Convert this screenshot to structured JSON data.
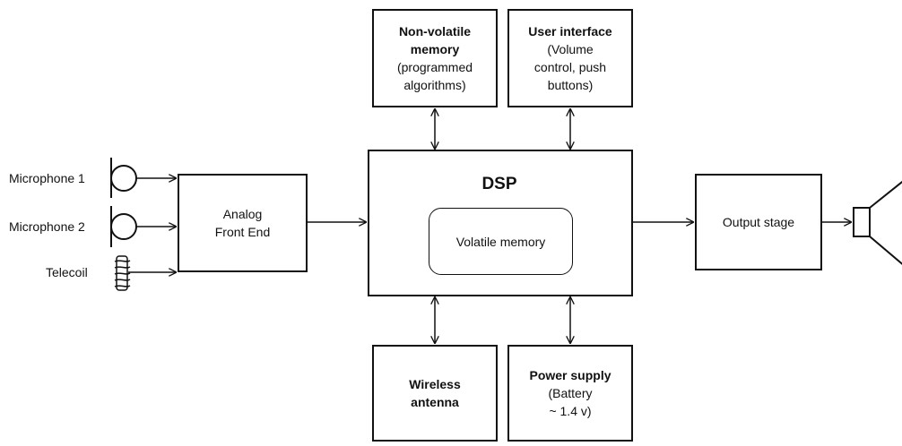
{
  "inputs": {
    "mic1": "Microphone 1",
    "mic2": "Microphone 2",
    "telecoil": "Telecoil"
  },
  "boxes": {
    "afe": {
      "line1": "Analog",
      "line2": "Front End"
    },
    "nvm": {
      "title1": "Non-volatile",
      "title2": "memory",
      "sub1": "(programmed",
      "sub2": "algorithms)"
    },
    "ui": {
      "title": "User interface",
      "sub1": "(Volume",
      "sub2": "control,  push",
      "sub3": "buttons)"
    },
    "dsp": {
      "title": "DSP",
      "inner": "Volatile memory"
    },
    "wireless": {
      "title1": "Wireless",
      "title2": "antenna"
    },
    "power": {
      "title": "Power supply",
      "sub1": "(Battery",
      "sub2": "~ 1.4 v)"
    },
    "output": {
      "label": "Output stage"
    }
  }
}
